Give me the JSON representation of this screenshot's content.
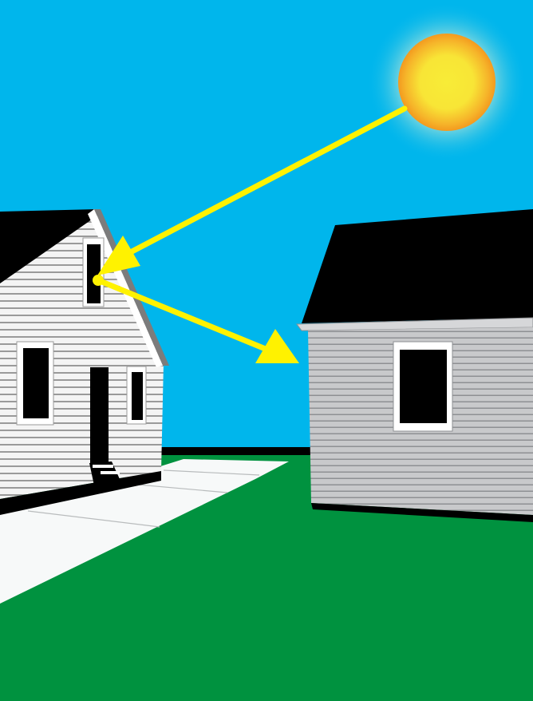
{
  "scene": {
    "sky_color": "#00b6ec",
    "grass_color": "#00923f",
    "pavement_color": "#f7f9f9",
    "sun_core_color": "#f8ec37",
    "sun_edge_color": "#f39a1f",
    "sun_glow_color": "#cfe9d0",
    "beam_color": "#fff200",
    "roof_color": "#000000",
    "left_house_siding_color": "#f2f2f2",
    "right_house_siding_color": "#c8c9cb"
  },
  "elements": {
    "sun": "sun-icon",
    "arrows": [
      "incident-sunlight-arrow",
      "reflected-light-arrow"
    ],
    "buildings": [
      "white-house",
      "gray-house"
    ]
  }
}
